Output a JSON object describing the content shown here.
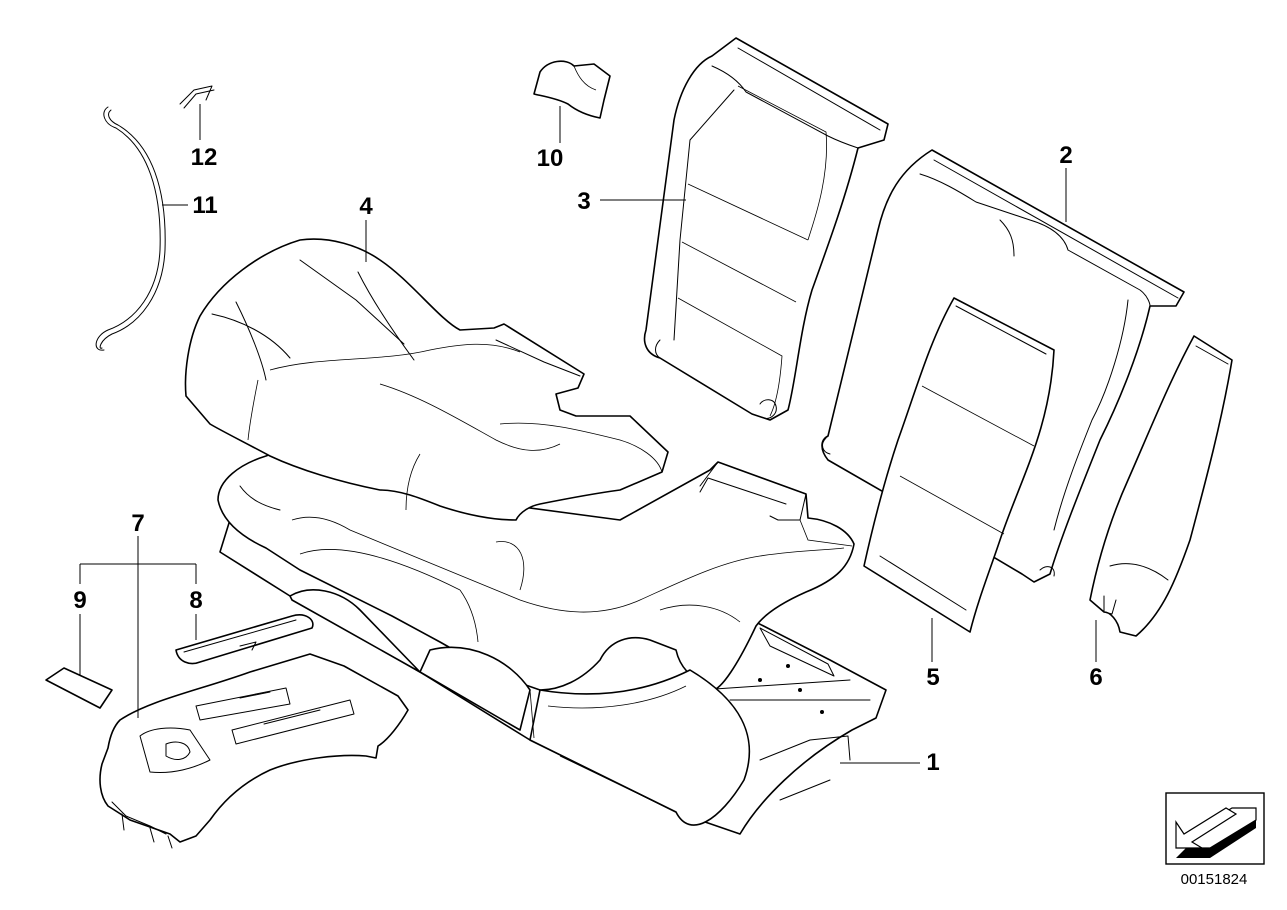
{
  "callouts": [
    {
      "id": "c1",
      "text": "1"
    },
    {
      "id": "c2",
      "text": "2"
    },
    {
      "id": "c3",
      "text": "3"
    },
    {
      "id": "c4",
      "text": "4"
    },
    {
      "id": "c5",
      "text": "5"
    },
    {
      "id": "c6",
      "text": "6"
    },
    {
      "id": "c7",
      "text": "7"
    },
    {
      "id": "c8",
      "text": "8"
    },
    {
      "id": "c9",
      "text": "9"
    },
    {
      "id": "c10",
      "text": "10"
    },
    {
      "id": "c11",
      "text": "11"
    },
    {
      "id": "c12",
      "text": "12"
    }
  ],
  "reference_number": "00151824",
  "icons": {
    "direction_marker": "arrow-pointing-down-left-icon"
  },
  "colors": {
    "line": "#000000",
    "background": "#ffffff"
  }
}
